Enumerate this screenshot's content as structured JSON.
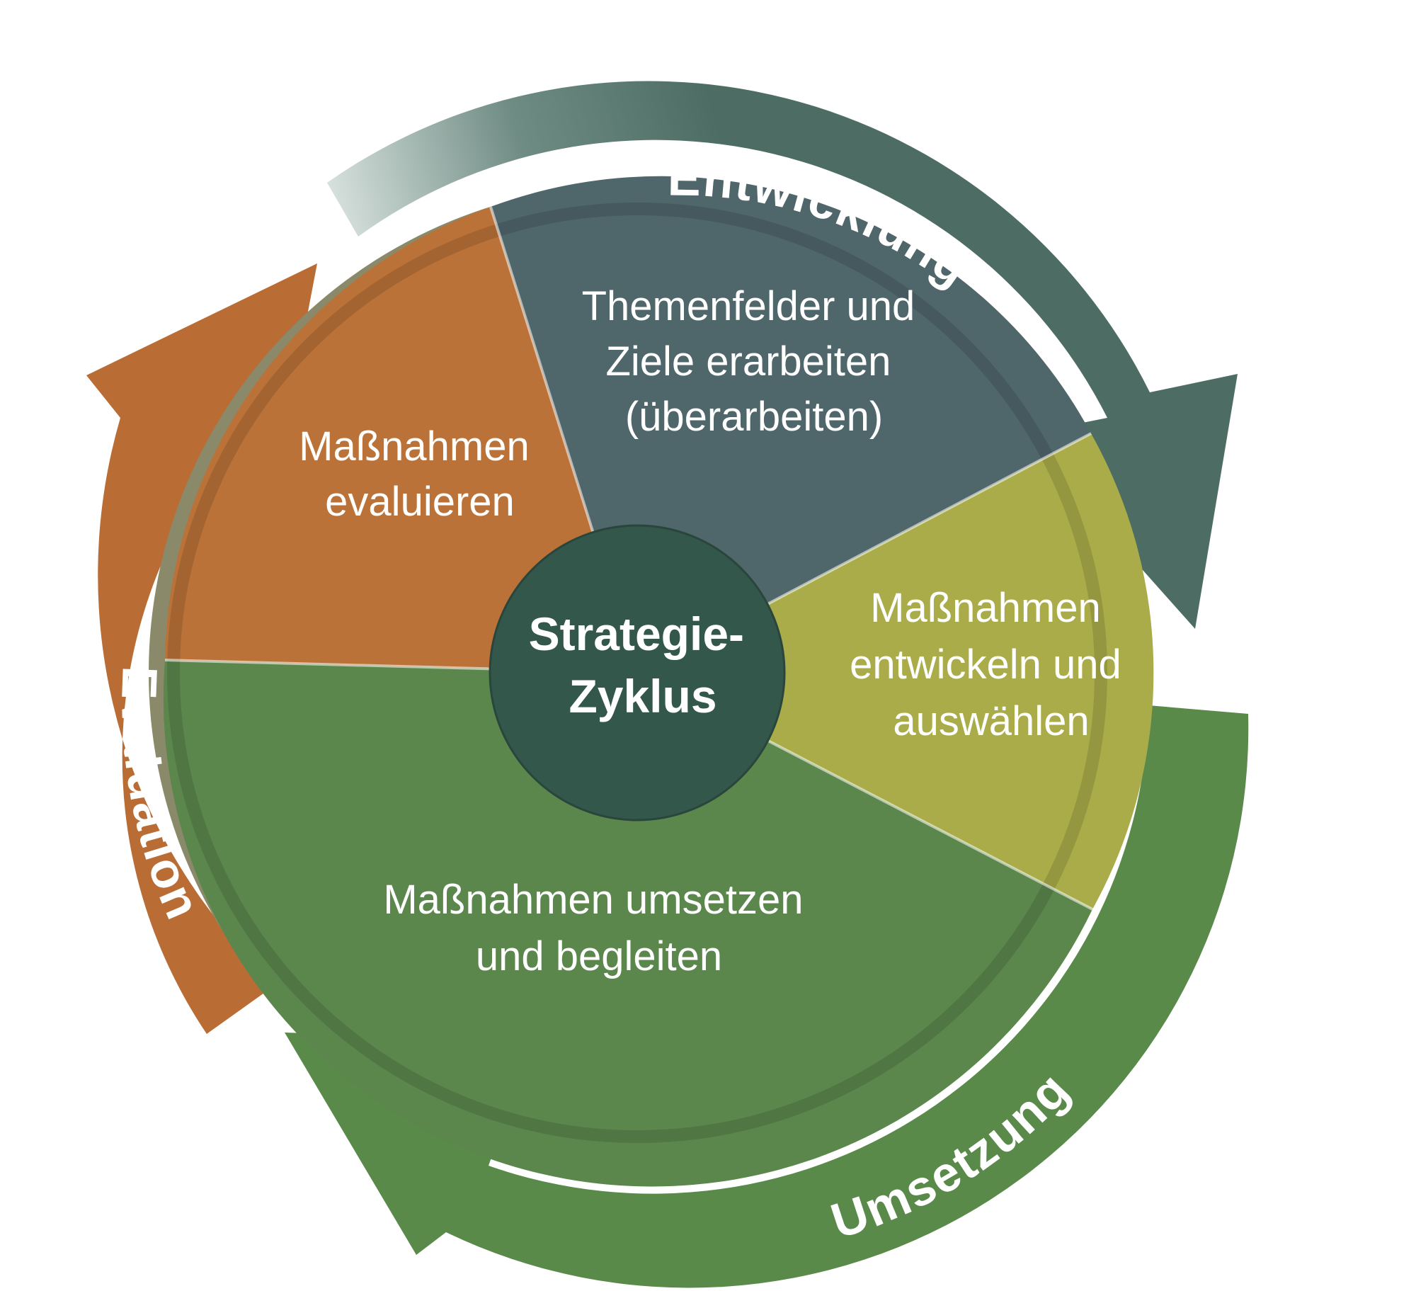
{
  "center": {
    "line1": "Strategie-",
    "line2": "Zyklus"
  },
  "segments": {
    "themen": {
      "lines": [
        "Themenfelder und",
        "Ziele erarbeiten",
        "(überarbeiten)"
      ]
    },
    "entwickeln": {
      "lines": [
        "Maßnahmen",
        "entwickeln und",
        "auswählen"
      ]
    },
    "umsetzen": {
      "lines": [
        "Maßnahmen umsetzen",
        "und begleiten"
      ]
    },
    "evaluieren": {
      "lines": [
        "Maßnahmen",
        "evaluieren"
      ]
    }
  },
  "arrows": {
    "entwicklung": "Entwicklung",
    "umsetzung": "Umsetzung",
    "evaluation": "Evaluation"
  },
  "colors": {
    "themen": "#4f666b",
    "entwickeln": "#a9ac48",
    "umsetzen": "#5b874d",
    "evaluieren": "#ba7238",
    "center": "#33574a",
    "arrow_entwicklung": "#4d6d64",
    "arrow_umsetzung": "#5a8a4a",
    "arrow_evaluation": "#b96d35"
  }
}
